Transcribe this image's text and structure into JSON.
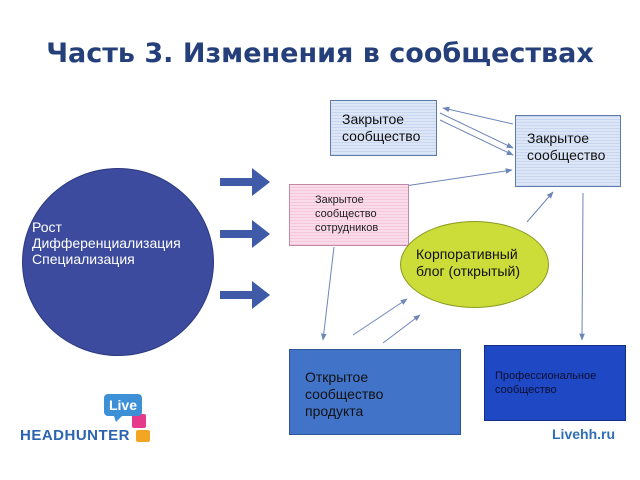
{
  "title": "Часть 3. Изменения в сообществах",
  "circle": {
    "lines": [
      "Рост",
      "Дифференциализация",
      "Специализация"
    ]
  },
  "nodes": {
    "closed1": {
      "lines": [
        "Закрытое",
        "сообщество"
      ]
    },
    "closed2": {
      "lines": [
        "Закрытое",
        "сообщество"
      ]
    },
    "employees": {
      "lines": [
        "Закрытое",
        "сообщество",
        "сотрудников"
      ]
    },
    "corporate": {
      "lines": [
        "Корпоративный",
        "блог (открытый)"
      ]
    },
    "product": {
      "lines": [
        "Открытое",
        "сообщество",
        "продукта"
      ]
    },
    "professional": {
      "lines": [
        "Профессиональное",
        "сообщество"
      ]
    }
  },
  "logo": {
    "brand": "HEADHUNTER",
    "badge": "Live"
  },
  "site": "Livehh.ru",
  "colors": {
    "title": "#243f7a",
    "circle": "#3c4b9e",
    "arrow": "#3f5ba8",
    "ellipse": "#ccdd3a",
    "product_box": "#4173c8",
    "professional_box": "#1f48c4"
  }
}
